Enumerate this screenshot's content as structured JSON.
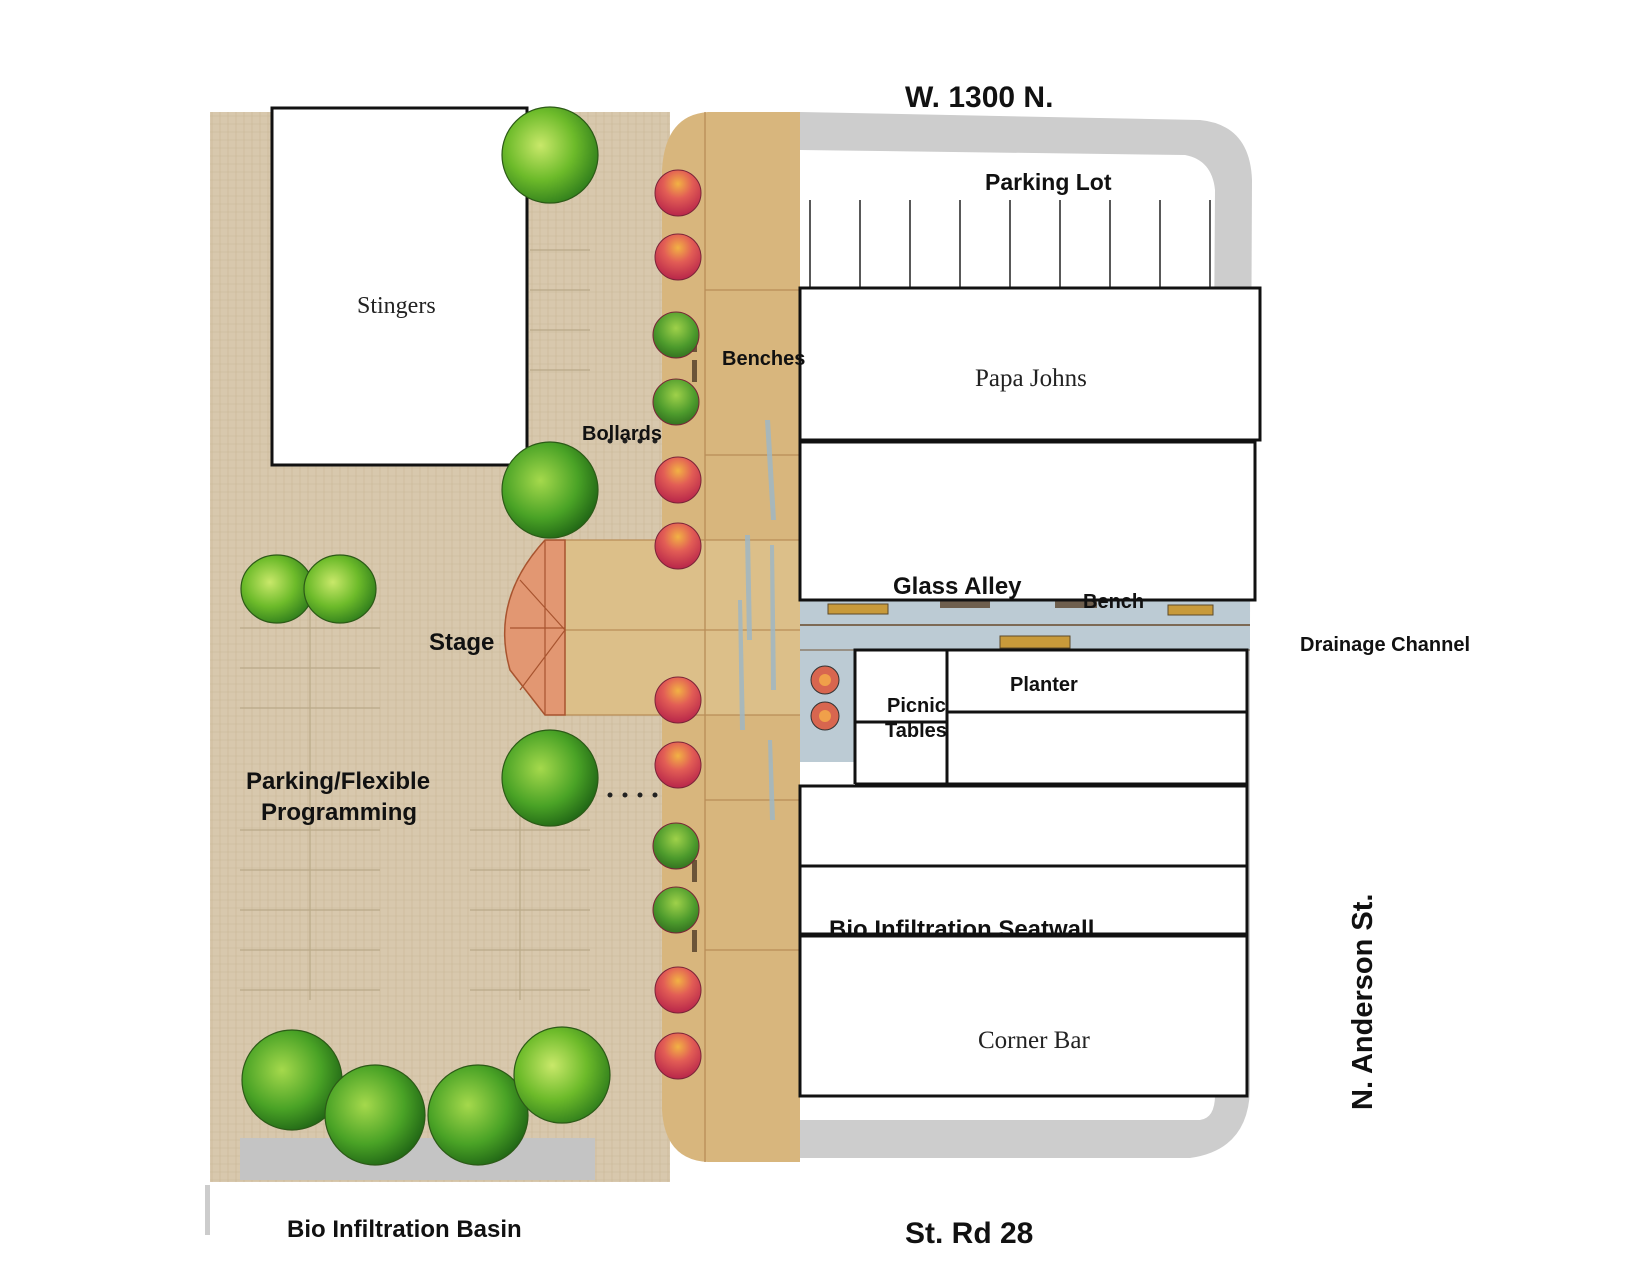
{
  "streets": {
    "north": "W. 1300 N.",
    "south": "St. Rd 28",
    "east": "N. Anderson St."
  },
  "buildings": {
    "stingers": "Stingers",
    "papa_johns": "Papa Johns",
    "corner_bar": "Corner Bar"
  },
  "labels": {
    "parking_lot": "Parking Lot",
    "benches": "Benches",
    "bollards": "Bollards",
    "stage": "Stage",
    "parking_flexible_line1": "Parking/Flexible",
    "parking_flexible_line2": "Programming",
    "glass_alley": "Glass Alley",
    "bench": "Bench",
    "drainage_channel": "Drainage Channel",
    "planter": "Planter",
    "picnic_tables_line1": "Picnic",
    "picnic_tables_line2": "Tables",
    "bio_seatwall": "Bio Infiltration Seatwall",
    "bio_basin": "Bio Infiltration Basin"
  },
  "colors": {
    "paving": "#d9c9ae",
    "promenade": "#dcb97f",
    "street": "#cfcfcf",
    "tree_green": "#6fbf2c",
    "umbrella_red": "#d8455f",
    "stage": "#d9835a",
    "alley": "#b9c9d3"
  },
  "icons": {
    "tree": "tree-canopy-icon",
    "umbrella": "umbrella-icon",
    "bollard": "bollard-icon",
    "picnic": "picnic-table-icon"
  }
}
